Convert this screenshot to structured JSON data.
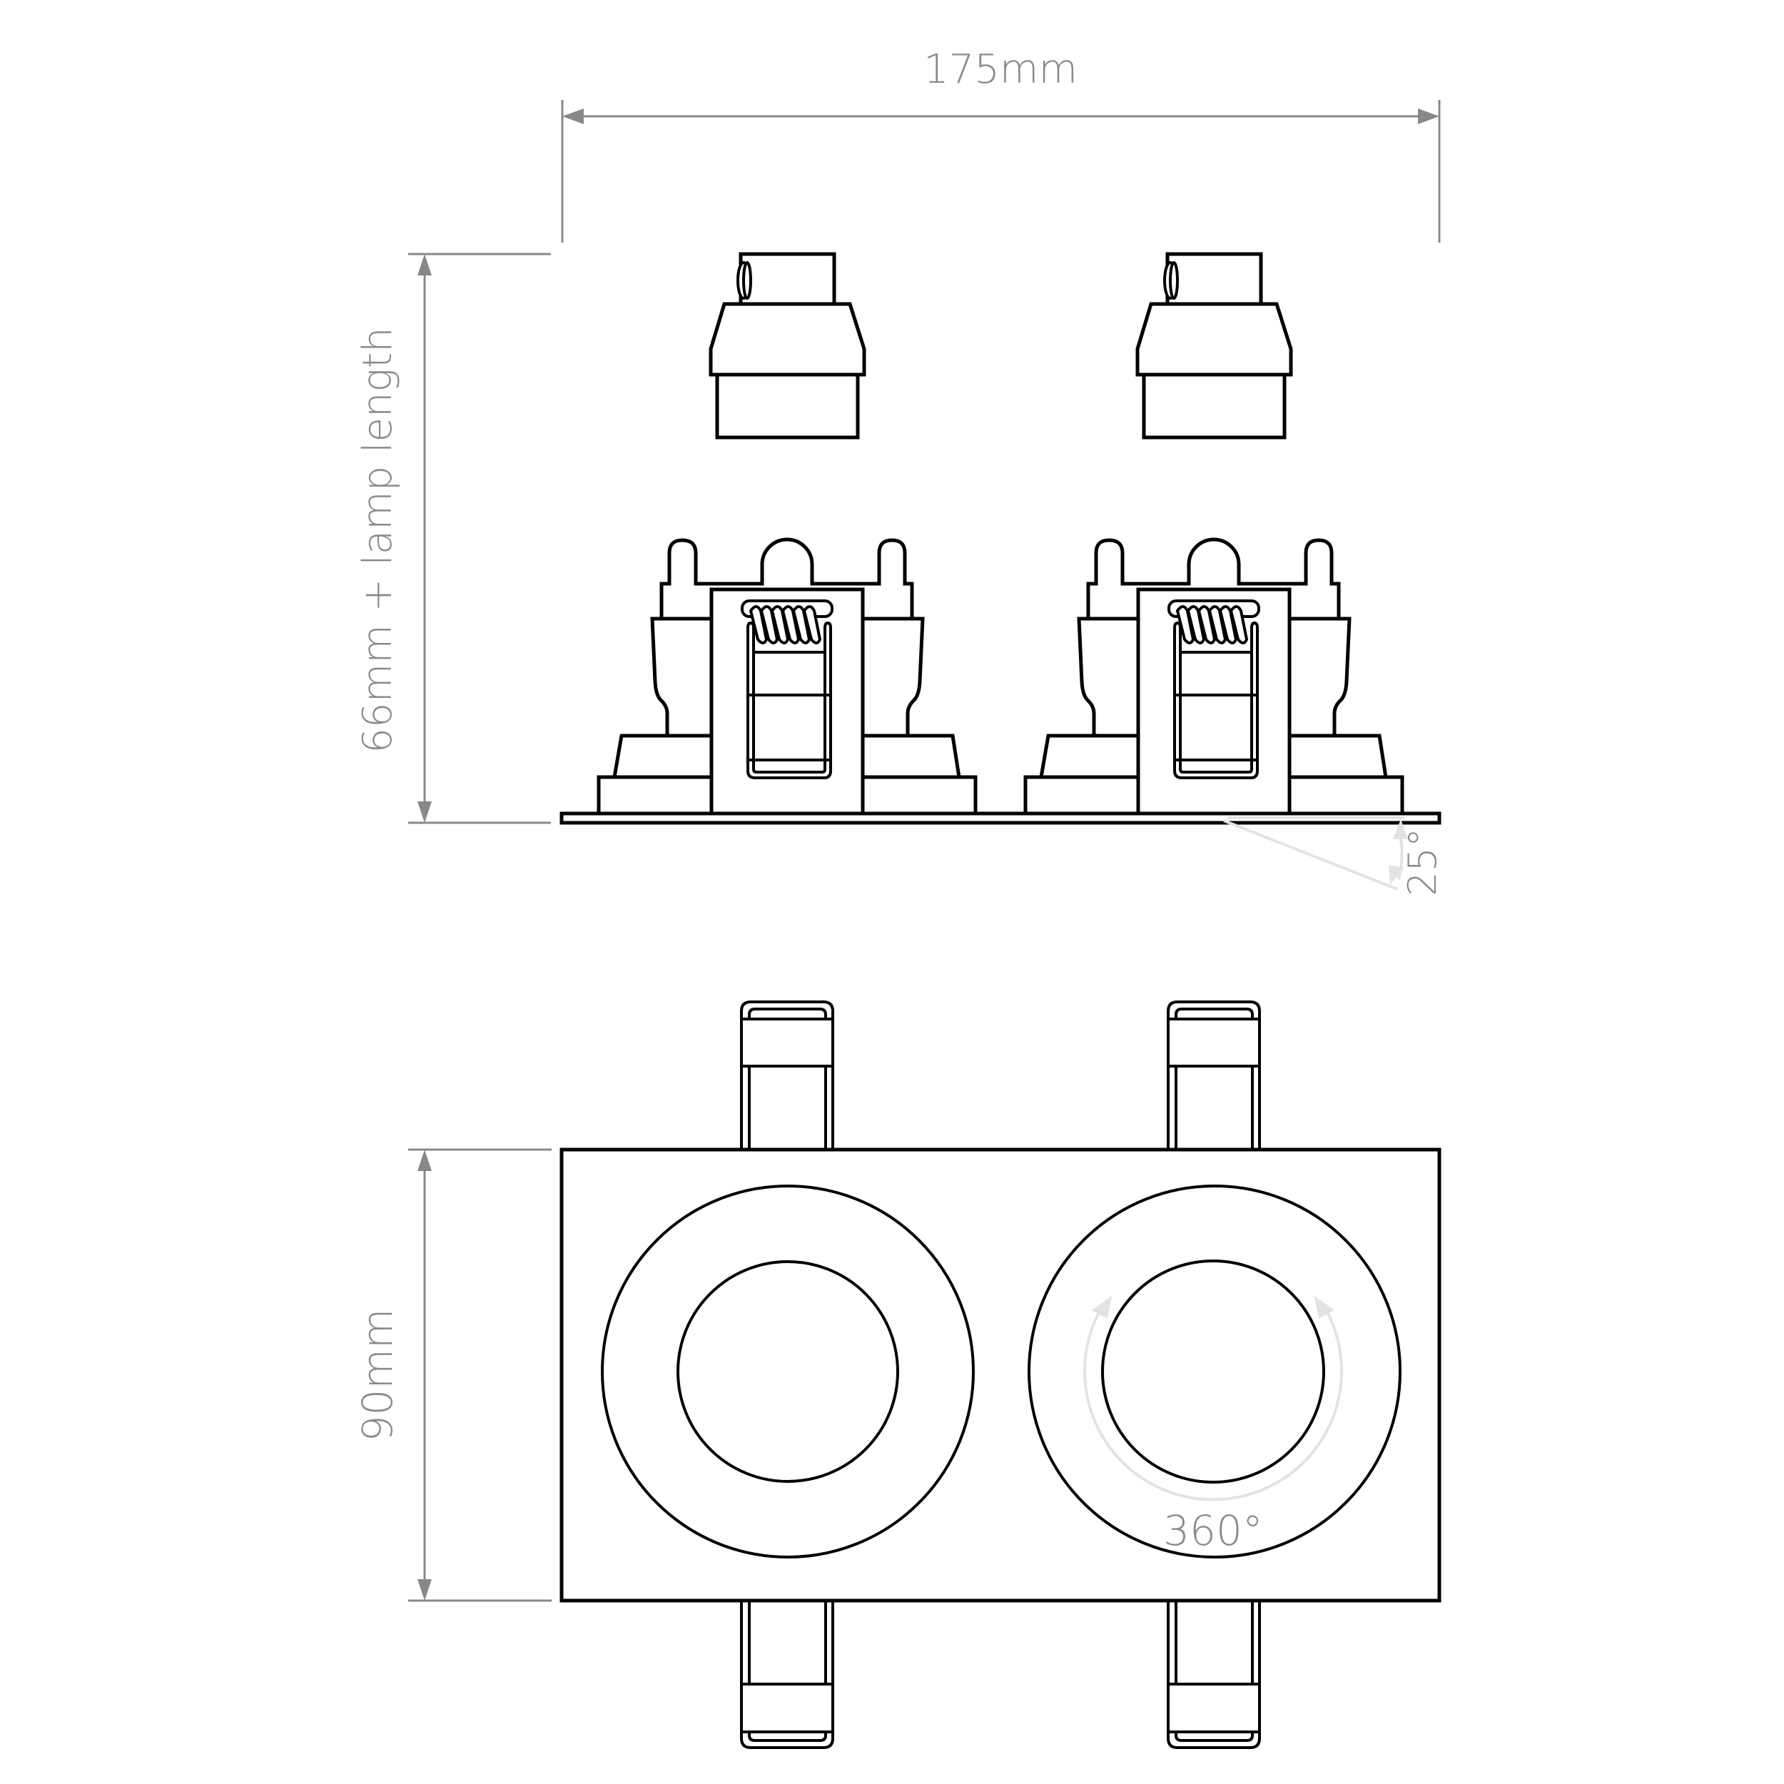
{
  "diagram": {
    "subject": "Twin square recessed downlight (technical line drawing)",
    "colors": {
      "line": "#000000",
      "dimension": "#888888",
      "annotation_hint": "#e3e3e3",
      "background": "#ffffff"
    },
    "dimensions": {
      "width": {
        "label": "175mm",
        "value_mm": 175,
        "orientation": "horizontal"
      },
      "height": {
        "label": "66mm + lamp length",
        "value_mm": 66,
        "orientation": "vertical"
      },
      "depth": {
        "label": "90mm",
        "value_mm": 90,
        "orientation": "vertical"
      }
    },
    "annotations": {
      "tilt": {
        "label": "25°",
        "value_deg": 25
      },
      "rotation": {
        "label": "360°",
        "value_deg": 360
      }
    },
    "views": {
      "side_view": {
        "components": [
          "lamp-holder-left",
          "lamp-holder-right",
          "socket-assembly-left",
          "socket-assembly-right",
          "trim-plate-edge"
        ]
      },
      "plan_view": {
        "components": [
          "trim-plate",
          "bezel-left",
          "bezel-right",
          "spring-clips-top",
          "spring-clips-bottom"
        ]
      }
    }
  }
}
